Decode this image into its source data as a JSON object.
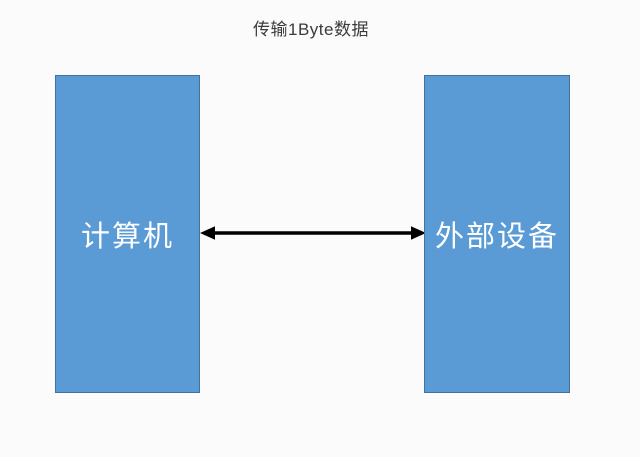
{
  "title": "传输1Byte数据",
  "nodes": [
    {
      "id": "computer",
      "label": "计算机"
    },
    {
      "id": "external-device",
      "label": "外部设备"
    }
  ],
  "connector": {
    "type": "double-headed-arrow",
    "from": "computer",
    "to": "external-device",
    "color": "#000000"
  },
  "colors": {
    "node_fill": "#5b9bd5",
    "node_border": "#41719c",
    "node_text": "#ffffff",
    "title_text": "#3b3b3b",
    "background": "#fbfbfb"
  }
}
